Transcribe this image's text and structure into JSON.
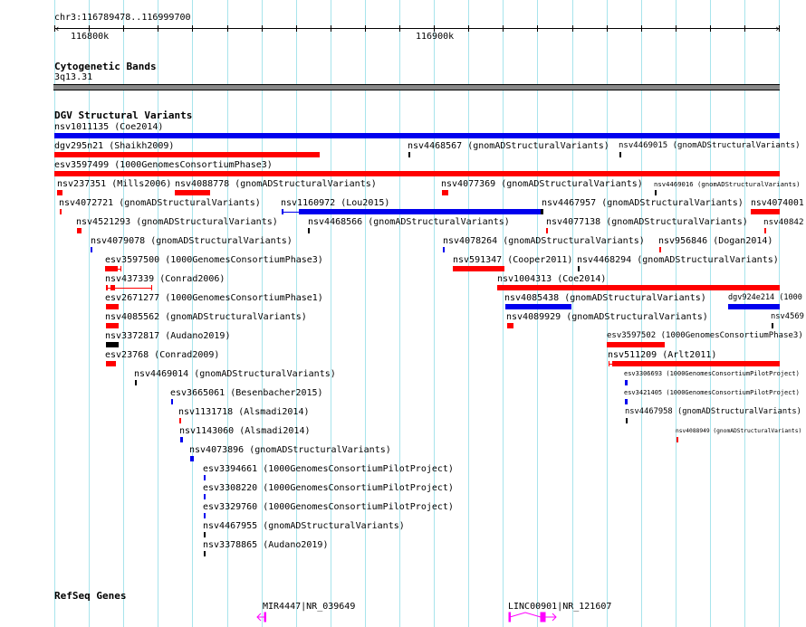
{
  "ruler": {
    "location": "chr3:116789478..116999700",
    "ticks": [
      "116800k",
      "116900k"
    ]
  },
  "cyto": {
    "title": "Cytogenetic Bands",
    "band": "3q13.31",
    "band_color": "#888888"
  },
  "dgv": {
    "title": "DGV Structural Variants",
    "colors": {
      "red": "#ff0000",
      "blue": "#0000ee",
      "black": "#000000"
    },
    "features": [
      {
        "label": "nsv1011135 (Coe2014)",
        "color": "blue"
      },
      {
        "label": "dgv295n21 (Shaikh2009)",
        "color": "red"
      },
      {
        "label": "nsv4468567 (gnomADStructuralVariants)",
        "color": "black"
      },
      {
        "label": "nsv4469015 (gnomADStructuralVariants)",
        "color": "black"
      },
      {
        "label": "esv3597499 (1000GenomesConsortiumPhase3)",
        "color": "red"
      },
      {
        "label": "nsv237351 (Mills2006)",
        "color": "red"
      },
      {
        "label": "nsv4088778 (gnomADStructuralVariants)",
        "color": "red"
      },
      {
        "label": "nsv4077369 (gnomADStructuralVariants)",
        "color": "red"
      },
      {
        "label": "nsv4469016 (gnomADStructuralVariants)",
        "color": "black"
      },
      {
        "label": "nsv4072721 (gnomADStructuralVariants)",
        "color": "red"
      },
      {
        "label": "nsv1160972 (Lou2015)",
        "color": "blue"
      },
      {
        "label": "nsv4467957 (gnomADStructuralVariants)",
        "color": "black"
      },
      {
        "label": "nsv4074001",
        "color": "red"
      },
      {
        "label": "nsv4521293 (gnomADStructuralVariants)",
        "color": "red"
      },
      {
        "label": "nsv4468566 (gnomADStructuralVariants)",
        "color": "black"
      },
      {
        "label": "nsv4077138 (gnomADStructuralVariants)",
        "color": "red"
      },
      {
        "label": "nsv40842",
        "color": "red"
      },
      {
        "label": "nsv4079078 (gnomADStructuralVariants)",
        "color": "blue"
      },
      {
        "label": "nsv4078264 (gnomADStructuralVariants)",
        "color": "blue"
      },
      {
        "label": "nsv956846 (Dogan2014)",
        "color": "red"
      },
      {
        "label": "esv3597500 (1000GenomesConsortiumPhase3)",
        "color": "red"
      },
      {
        "label": "nsv591347 (Cooper2011)",
        "color": "red"
      },
      {
        "label": "nsv4468294 (gnomADStructuralVariants)",
        "color": "black"
      },
      {
        "label": "nsv437339 (Conrad2006)",
        "color": "red"
      },
      {
        "label": "nsv1004313 (Coe2014)",
        "color": "red"
      },
      {
        "label": "esv2671277 (1000GenomesConsortiumPhase1)",
        "color": "red"
      },
      {
        "label": "nsv4085438 (gnomADStructuralVariants)",
        "color": "blue"
      },
      {
        "label": "dgv924e214 (1000",
        "color": "blue"
      },
      {
        "label": "nsv4085562 (gnomADStructuralVariants)",
        "color": "red"
      },
      {
        "label": "nsv4089929 (gnomADStructuralVariants)",
        "color": "red"
      },
      {
        "label": "nsv4569",
        "color": "black"
      },
      {
        "label": "nsv3372817 (Audano2019)",
        "color": "black"
      },
      {
        "label": "esv3597502 (1000GenomesConsortiumPhase3)",
        "color": "red"
      },
      {
        "label": "esv23768 (Conrad2009)",
        "color": "red"
      },
      {
        "label": "nsv511209 (Arlt2011)",
        "color": "red"
      },
      {
        "label": "nsv4469014 (gnomADStructuralVariants)",
        "color": "black"
      },
      {
        "label": "esv3306693 (1000GenomesConsortiumPilotProject)",
        "color": "blue"
      },
      {
        "label": "esv3665061 (Besenbacher2015)",
        "color": "blue"
      },
      {
        "label": "esv3421405 (1000GenomesConsortiumPilotProject)",
        "color": "blue"
      },
      {
        "label": "nsv1131718 (Alsmadi2014)",
        "color": "red"
      },
      {
        "label": "nsv4467958 (gnomADStructuralVariants)",
        "color": "black"
      },
      {
        "label": "nsv1143060 (Alsmadi2014)",
        "color": "blue"
      },
      {
        "label": "nsv4088949 (gnomADStructuralVariants)",
        "color": "red"
      },
      {
        "label": "nsv4073896 (gnomADStructuralVariants)",
        "color": "blue"
      },
      {
        "label": "esv3394661 (1000GenomesConsortiumPilotProject)",
        "color": "blue"
      },
      {
        "label": "esv3308220 (1000GenomesConsortiumPilotProject)",
        "color": "blue"
      },
      {
        "label": "esv3329760 (1000GenomesConsortiumPilotProject)",
        "color": "blue"
      },
      {
        "label": "nsv4467955 (gnomADStructuralVariants)",
        "color": "black"
      },
      {
        "label": "nsv3378865 (Audano2019)",
        "color": "black"
      }
    ]
  },
  "refseq": {
    "title": "RefSeq Genes",
    "color": "#ff00ff",
    "genes": [
      {
        "label": "MIR4447|NR_039649",
        "strand": "-"
      },
      {
        "label": "LINC00901|NR_121607",
        "strand": "+"
      }
    ]
  }
}
